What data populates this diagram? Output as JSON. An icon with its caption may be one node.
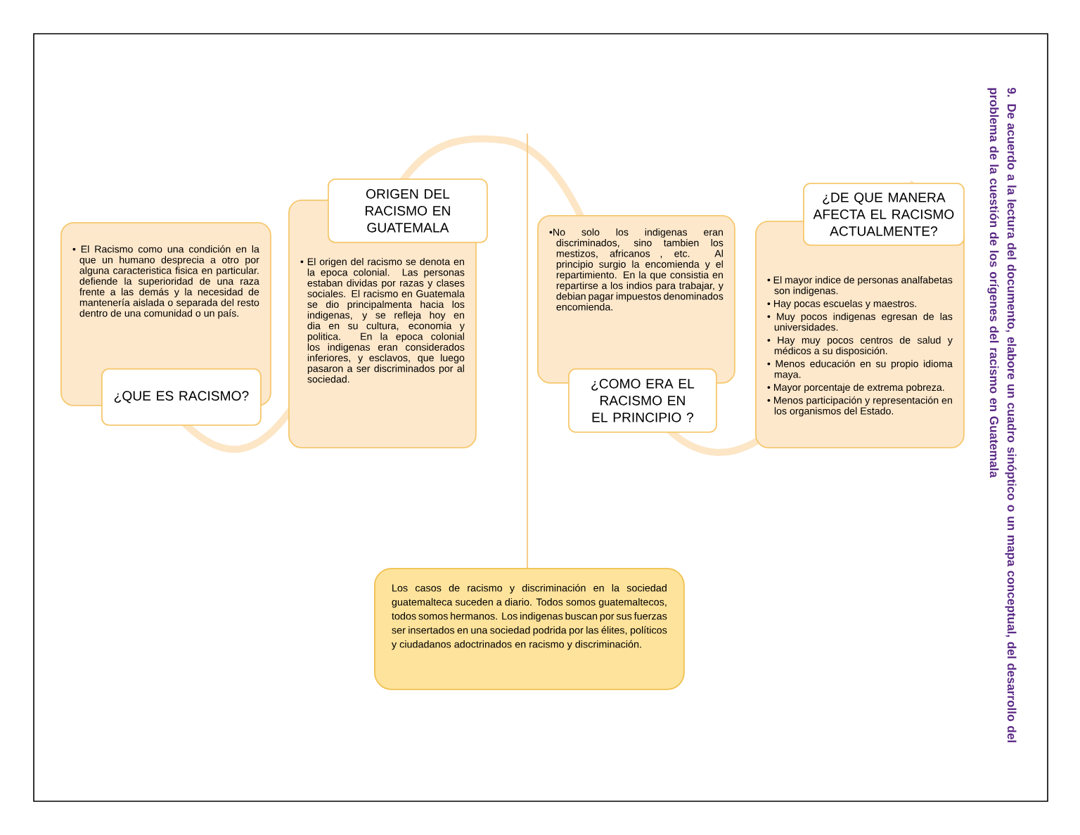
{
  "diagram": {
    "title": "9. De acuerdo a la lectura del documento, elabore un cuadro sinóptico o un mapa conceptual, del desarrollo del problema de la cuestión de los orígenes del racismo en Guatemala",
    "nodes": [
      {
        "text": [
          "• El Racismo como una condición en la que un humano desprecia a otro por alguna caracteristica fisica en particular. defiende la superioridad de una raza frente a las demás y la necesidad de mantenería aislada o separada del resto dentro de una comunidad o un país."
        ]
      },
      {
        "text": [
          "¿QUE ES RACISMO?"
        ]
      },
      {
        "text": [
          "ORIGEN DEL RACISMO EN GUATEMALA"
        ]
      },
      {
        "text": [
          "• El origen del racismo se denota en la epoca colonial. Las personas estaban dividas por razas y clases sociales. El racismo en Guatemala se dio principalmenta hacia los indigenas, y se refleja hoy en dia en su cultura, economia y politica. En la epoca colonial los indigenas eran considerados inferiores, y esclavos, que luego pasaron a ser discriminados por al sociedad."
        ]
      },
      {
        "text": [
          "•No solo los indigenas eran discriminados, sino tambien los mestizos, africanos , etc. Al principio surgio la encomienda y el repartimiento. En la que consistia en repartirse a los indios para trabajar, y debian pagar impuestos denominados encomienda."
        ]
      },
      {
        "text": [
          "¿COMO ERA EL RACISMO EN EL PRINCIPIO ?"
        ]
      },
      {
        "text": [
          "¿DE QUE MANERA AFECTA EL RACISMO ACTUALMENTE?"
        ]
      },
      {
        "text": [
          "• El mayor indice de personas analfabetas son indigenas.",
          "• Hay pocas escuelas y maestros.",
          "• Muy pocos indigenas egresan de las universidades.",
          "• Hay muy pocos centros de salud y médicos a su disposición.",
          "• Menos educación en su propio idioma maya.",
          "• Mayor porcentaje de extrema pobreza.",
          "• Menos participación y representación en los organismos del Estado."
        ]
      },
      {
        "text": [
          "Los casos de racismo y discriminación en la sociedad guatemalteca suceden a diario. Todos somos guatemaltecos, todos somos hermanos. Los indigenas buscan por sus fuerzas ser insertados en una sociedad podrida por las élites, políticos y ciudadanos adoctrinados en racismo y discriminación."
        ]
      }
    ]
  }
}
